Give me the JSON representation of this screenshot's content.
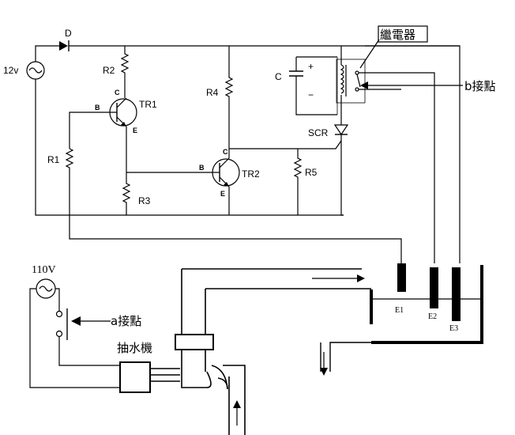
{
  "labels": {
    "source_12v": "12v",
    "diode": "D",
    "r1": "R1",
    "r2": "R2",
    "r3": "R3",
    "r4": "R4",
    "r5": "R5",
    "tr1": "TR1",
    "tr2": "TR2",
    "b": "B",
    "c": "C",
    "e": "E",
    "cap": "C",
    "plus": "+",
    "minus": "−",
    "scr": "SCR",
    "relay": "繼電器",
    "b_contact": "b接點",
    "a_contact": "a接點",
    "source_110v": "110V",
    "pump": "抽水機",
    "e1": "E1",
    "e2": "E2",
    "e3": "E3"
  }
}
